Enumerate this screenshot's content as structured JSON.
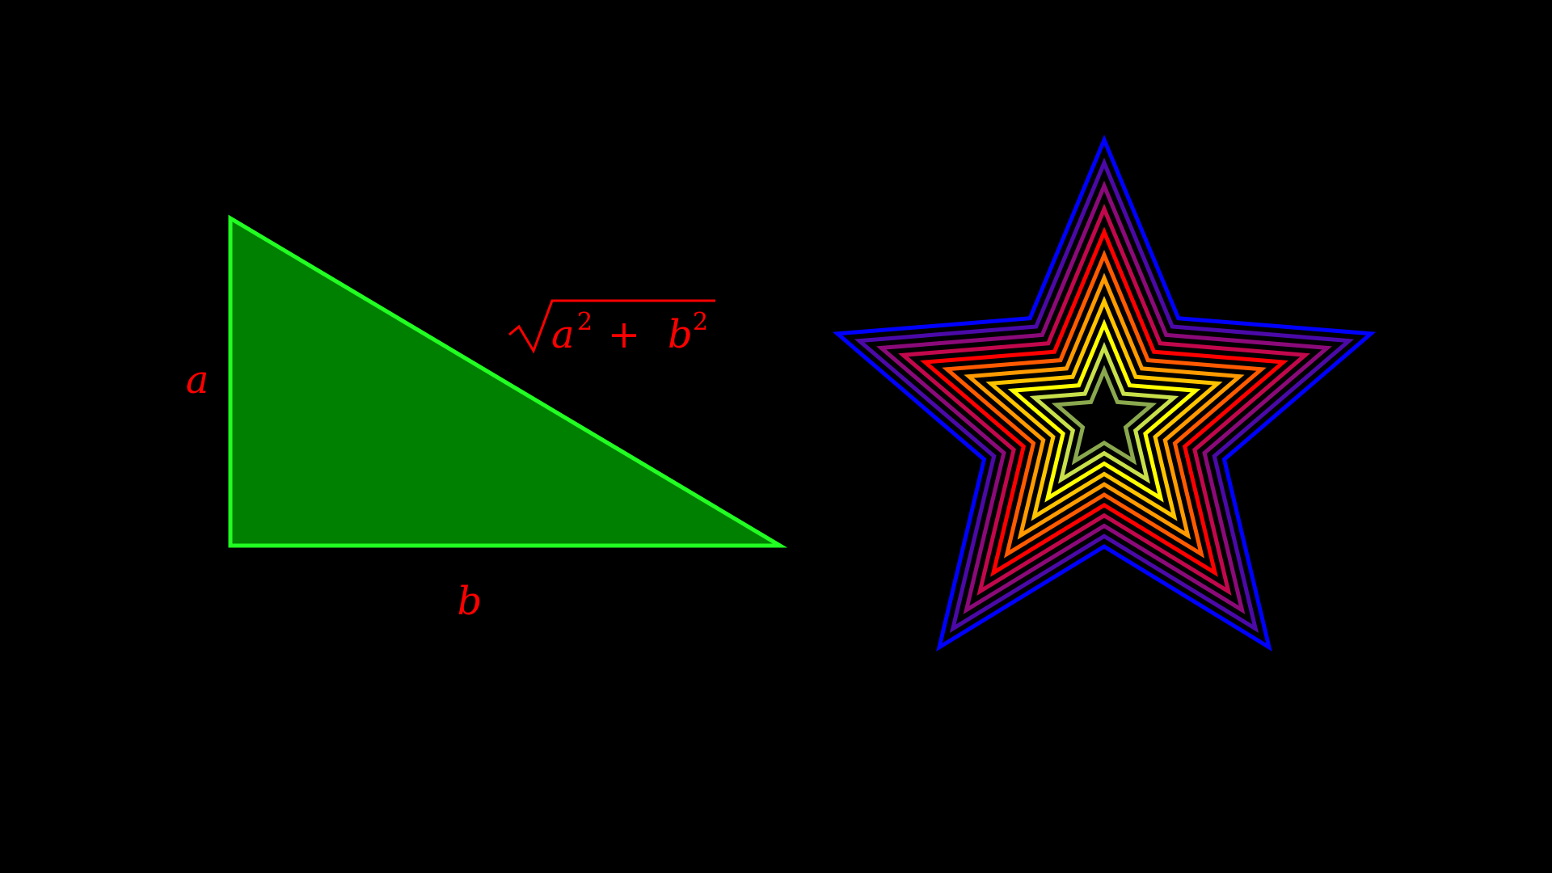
{
  "labels": {
    "side_a": "a",
    "side_b": "b",
    "hyp_var_a": "a",
    "hyp_var_b": "b",
    "hyp_exp": "2",
    "hyp_plus": "+"
  },
  "colors": {
    "background": "#000000",
    "triangle_fill": "#008000",
    "triangle_stroke": "#22ff22",
    "label": "#ff0000",
    "star_rings": [
      "#0000ff",
      "#4b0aa8",
      "#8b0a7a",
      "#c2084d",
      "#ff0000",
      "#ff5a00",
      "#ff9a00",
      "#ffc300",
      "#ffff00",
      "#c8e04a",
      "#8aa84e"
    ]
  },
  "star": {
    "points": 5,
    "ring_count": 11
  }
}
